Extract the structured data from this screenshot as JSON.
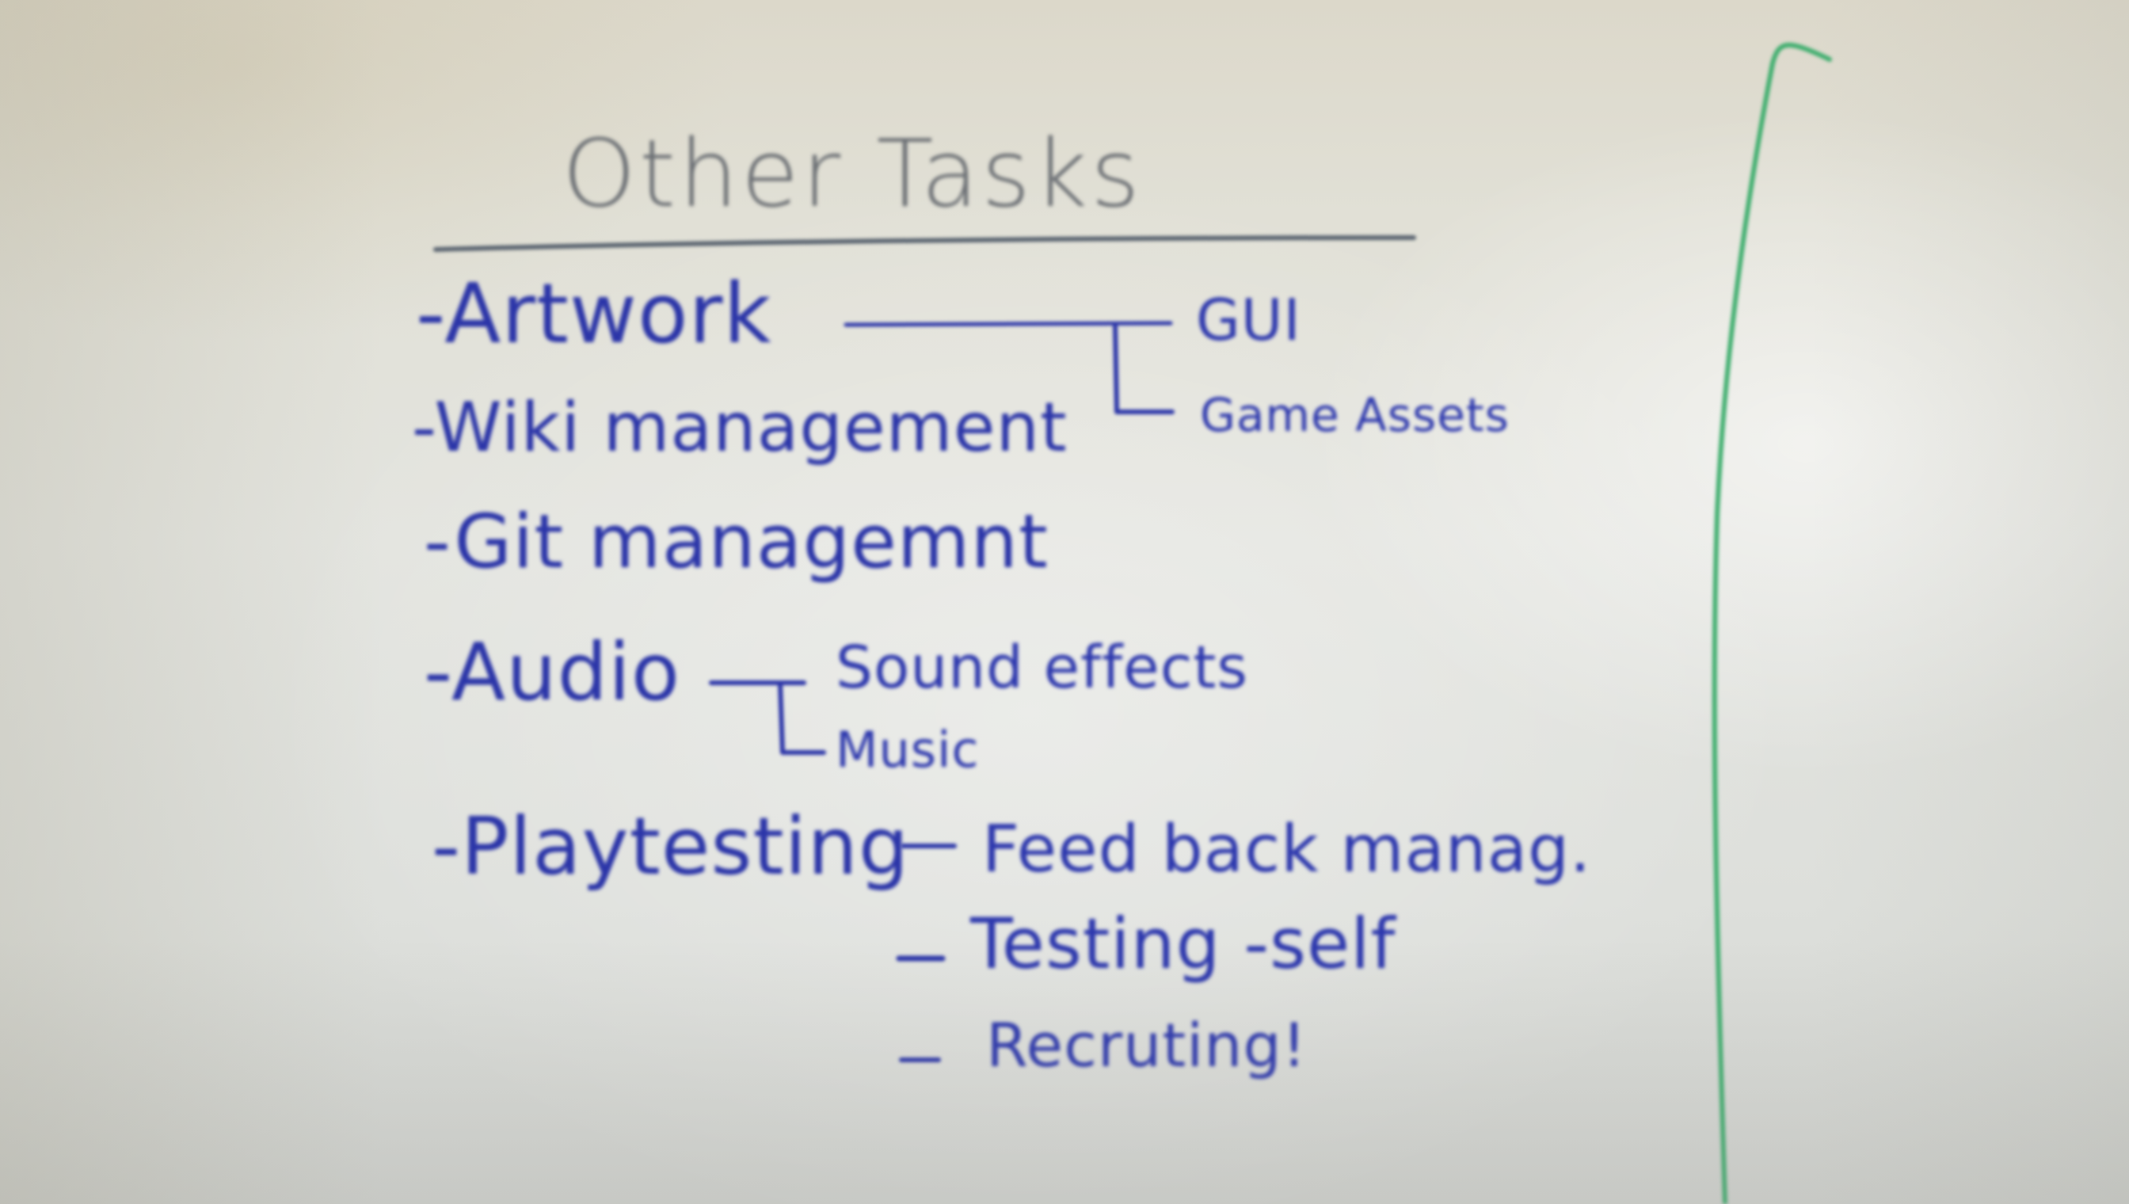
{
  "title": "Other Tasks",
  "items": [
    {
      "label": "-Artwork"
    },
    {
      "label": "-Wiki management"
    },
    {
      "label": "-Git managemnt"
    },
    {
      "label": "-Audio"
    },
    {
      "label": "-Playtesting"
    }
  ],
  "artwork_sub": [
    "GUI",
    "Game Assets"
  ],
  "audio_sub": [
    "Sound effects",
    "Music"
  ],
  "playtesting_sub": [
    "Feed back manag.",
    "Testing -self",
    "Recruting!"
  ],
  "colors": {
    "board": "#e2e3dd",
    "blue_ink": "#2b35a8",
    "title_ink": "#6b6f74",
    "green_line": "#3fae6e"
  }
}
